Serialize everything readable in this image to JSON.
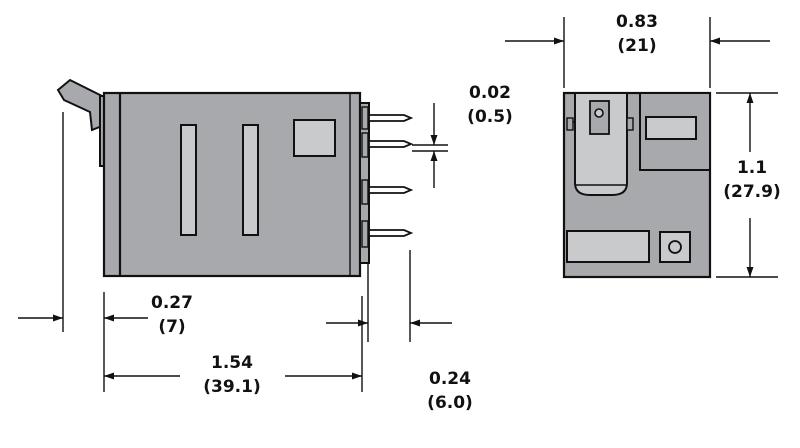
{
  "colors": {
    "relay_body": "#a7a9ac",
    "slot_fill": "#c9cacc",
    "line": "#111111",
    "background": "#ffffff"
  },
  "side_view": {
    "pin_spacing": {
      "inches": "0.02",
      "mm": "(0.5)"
    },
    "flange_offset": {
      "inches": "0.27",
      "mm": "(7)"
    },
    "body_length": {
      "inches": "1.54",
      "mm": "(39.1)"
    },
    "pin_length": {
      "inches": "0.24",
      "mm": "(6.0)"
    }
  },
  "end_view": {
    "width": {
      "inches": "0.83",
      "mm": "(21)"
    },
    "height": {
      "inches": "1.1",
      "mm": "(27.9)"
    }
  }
}
